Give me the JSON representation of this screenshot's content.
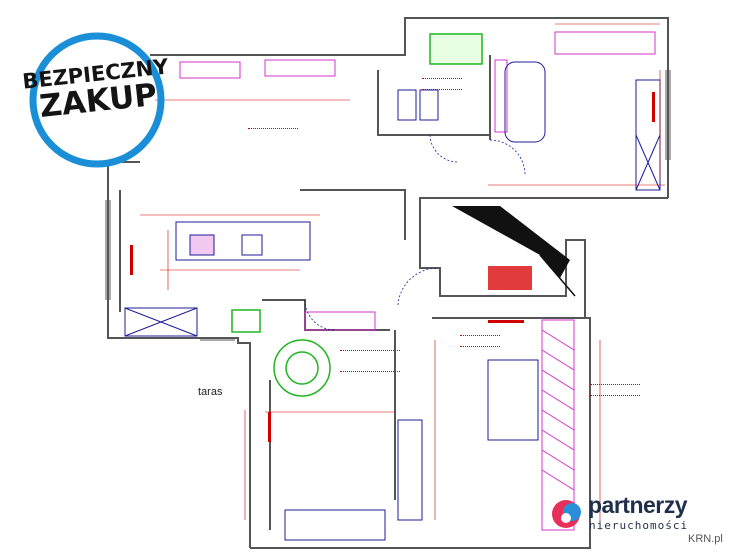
{
  "badge": {
    "line1": "BEZPIECZNY",
    "line2": "ZAKUP"
  },
  "labels": {
    "terrace": "taras"
  },
  "brand": {
    "name": "partnerzy",
    "subtitle": "nieruchomości",
    "source": "KRN.pl"
  },
  "colors": {
    "wall": "#555555",
    "dimension": "#d10000",
    "furniture": "#1c1c9a",
    "pink": "#d633c8",
    "green": "#21b521",
    "badge_ring": "#1a8fd8",
    "brand_navy": "#1f2e4a"
  }
}
